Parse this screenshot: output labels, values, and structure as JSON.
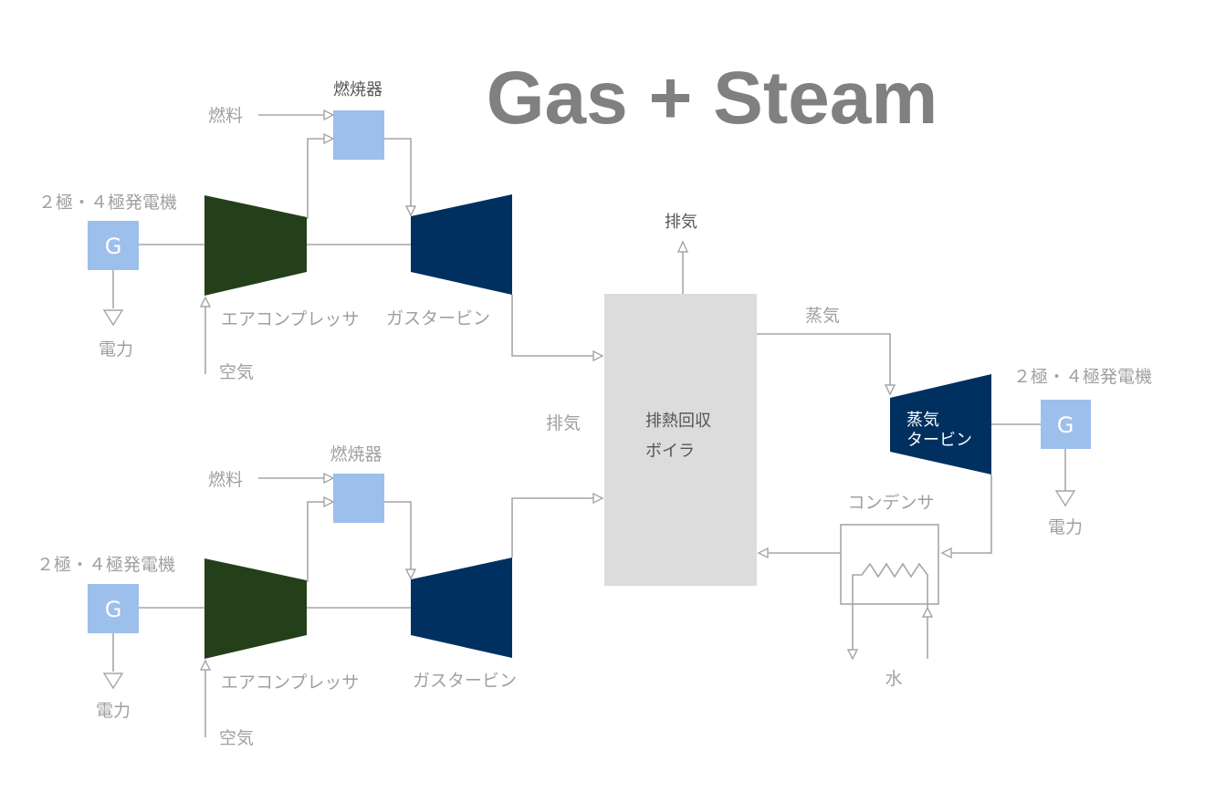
{
  "title": "Gas + Steam",
  "colors": {
    "compressor": "#24401a",
    "turbine": "#003060",
    "generator": "#9dbfeb",
    "burner": "#9dbfeb",
    "boiler": "#dcdcdc",
    "line": "#a6a6a6",
    "label": "#a0a0a0",
    "title": "#808080"
  },
  "top_unit": {
    "burner_label": "燃焼器",
    "fuel_label": "燃料",
    "generator_label": "２極・４極発電機",
    "generator_symbol": "G",
    "power_label": "電力",
    "compressor_label": "エアコンプレッサ",
    "air_label": "空気",
    "turbine_label": "ガスタービン"
  },
  "bottom_unit": {
    "burner_label": "燃焼器",
    "fuel_label": "燃料",
    "generator_label": "２極・４極発電機",
    "generator_symbol": "G",
    "power_label": "電力",
    "compressor_label": "エアコンプレッサ",
    "air_label": "空気",
    "turbine_label": "ガスタービン"
  },
  "boiler": {
    "line1": "排熱回収",
    "line2": "ボイラ",
    "exhaust_top_label": "排気",
    "exhaust_in_label": "排気"
  },
  "steam_unit": {
    "steam_label": "蒸気",
    "turbine_line1": "蒸気",
    "turbine_line2": "タービン",
    "generator_label": "２極・４極発電機",
    "generator_symbol": "G",
    "power_label": "電力",
    "condenser_label": "コンデンサ",
    "water_label": "水"
  }
}
